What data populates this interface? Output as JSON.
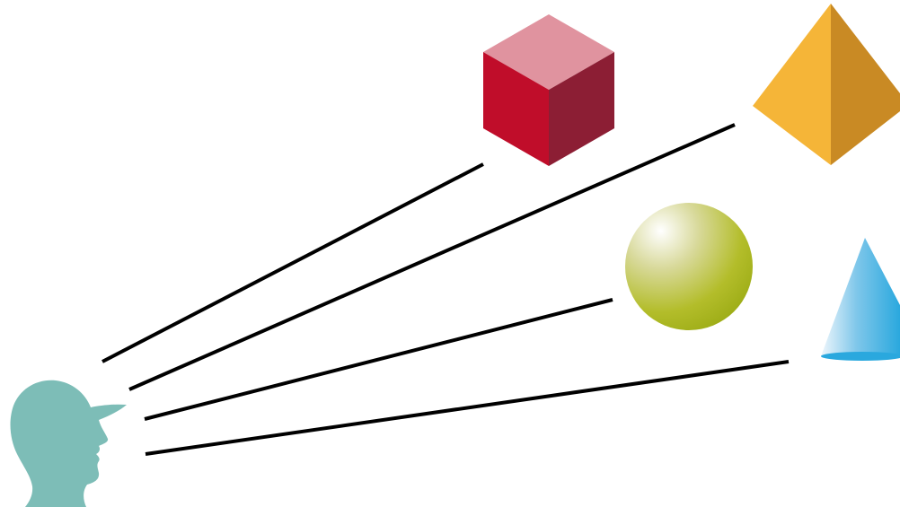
{
  "diagram": {
    "viewer": {
      "icon": "head-with-cap-icon",
      "color": "#7dbdb7"
    },
    "shapes": [
      {
        "name": "cube",
        "icon": "cube-icon",
        "colors": {
          "top": "#e0939f",
          "left": "#c00d2a",
          "right": "#8c1e34"
        }
      },
      {
        "name": "pyramid",
        "icon": "pyramid-icon",
        "colors": {
          "left": "#f5b538",
          "right": "#c98a24"
        }
      },
      {
        "name": "sphere",
        "icon": "sphere-icon",
        "colors": {
          "highlight": "#ffffff",
          "mid": "#d3d48a",
          "base": "#a9b81c"
        }
      },
      {
        "name": "cone",
        "icon": "cone-icon",
        "colors": {
          "light": "#e6f2fb",
          "base": "#35aee0"
        }
      }
    ],
    "line_color": "#000000"
  }
}
